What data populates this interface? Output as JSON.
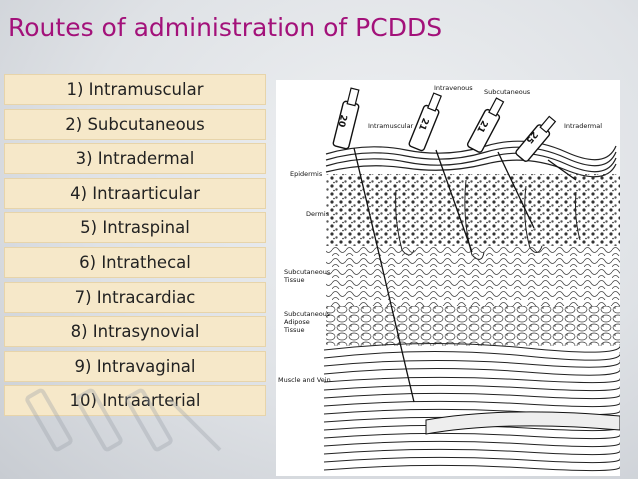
{
  "slide": {
    "title": "Routes of administration of PCDDS",
    "title_color": "#a3117a",
    "list_item_background": "#f6e8c9"
  },
  "routes": [
    "1) Intramuscular",
    "2)  Subcutaneous",
    "3) Intradermal",
    "4) Intraarticular",
    "5) Intraspinal",
    "6) Intrathecal",
    "7) Intracardiac",
    "8) Intrasynovial",
    "9) Intravaginal",
    "10) Intraarterial"
  ],
  "diagram": {
    "label_intravenous": "Intravenous",
    "label_subcutaneous_top": "Subcutaneous",
    "label_intradermal": "Intradermal",
    "label_intramuscular": "Intramuscular",
    "label_epidermis": "Epidermis",
    "label_dermis": "Dermis",
    "label_subcut_tissue_1": "Subcutaneous",
    "label_subcut_tissue_2": "Tissue",
    "label_adipose_1": "Subcutaneous",
    "label_adipose_2": "Adipose",
    "label_adipose_3": "Tissue",
    "label_muscle": "Muscle and Vein",
    "needle_gauges": [
      "20",
      "21",
      "21",
      "25"
    ]
  }
}
